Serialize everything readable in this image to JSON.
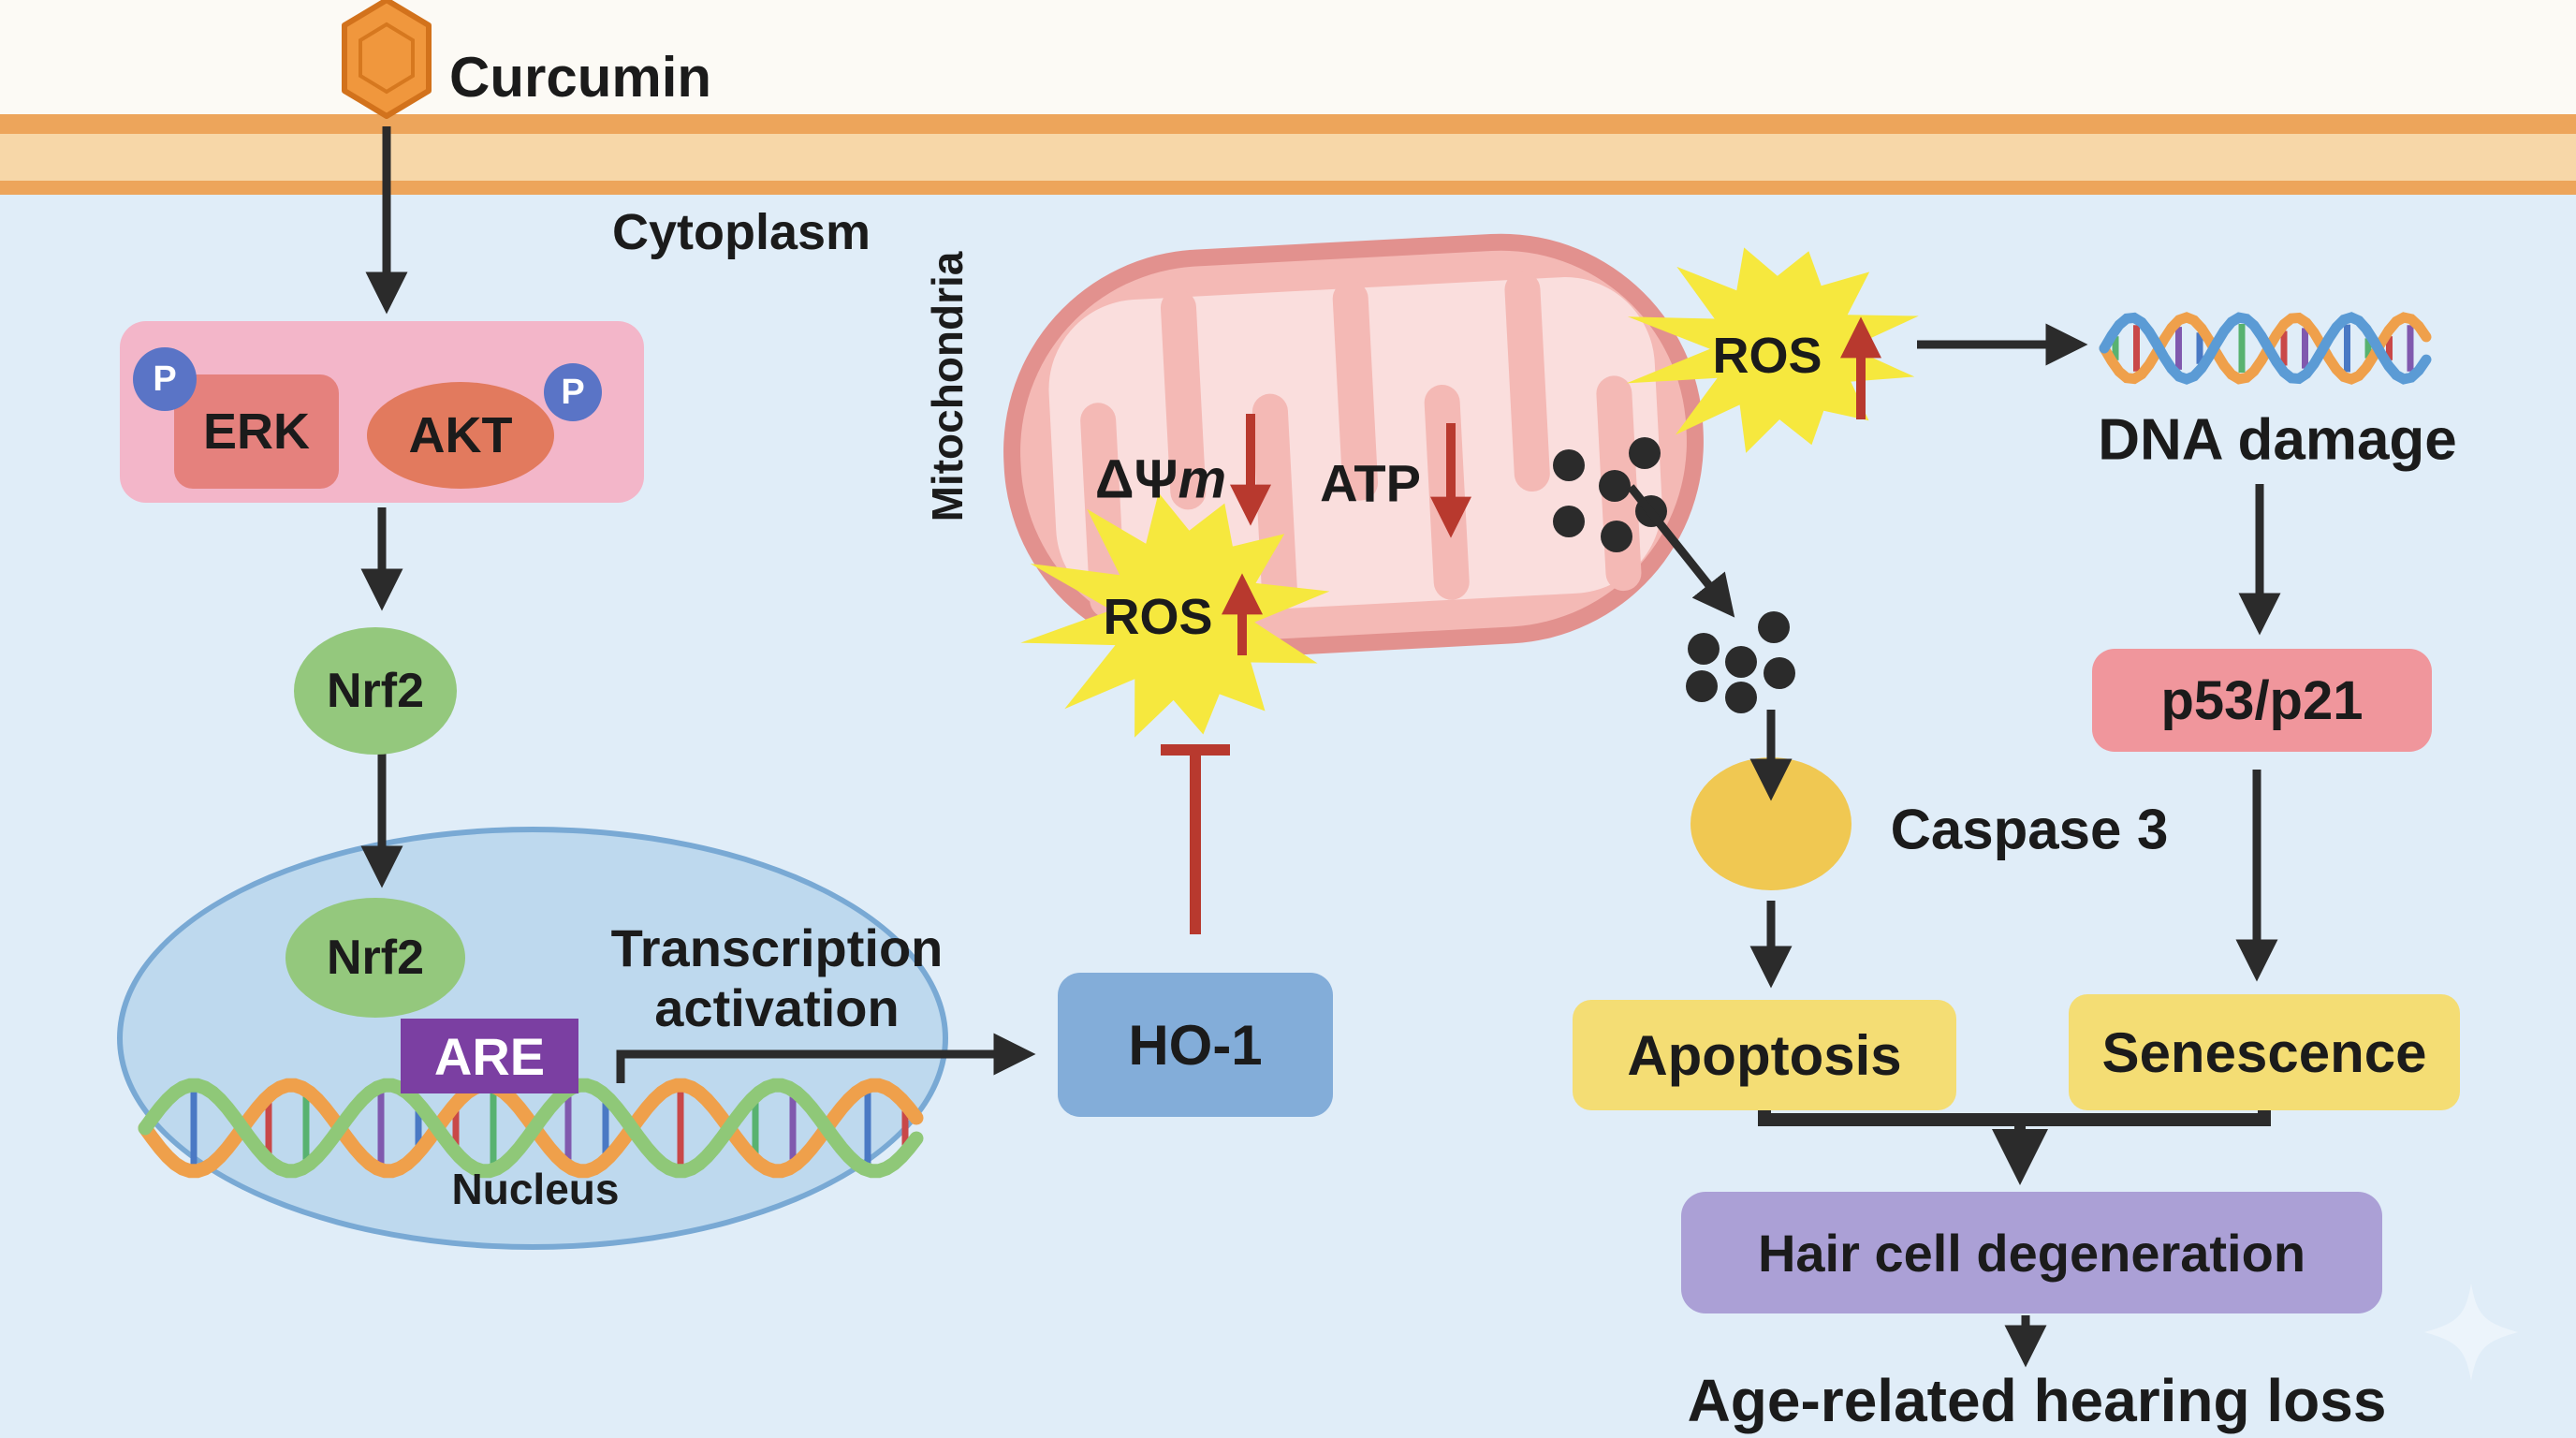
{
  "labels": {
    "curcumin": "Curcumin",
    "cytoplasm": "Cytoplasm",
    "mitochondria": "Mitochondria",
    "nucleus": "Nucleus",
    "transcription_line1": "Transcription",
    "transcription_line2": "activation",
    "dna_damage": "DNA damage",
    "caspase3": "Caspase 3",
    "age_related_hearing_loss": "Age-related hearing loss"
  },
  "nodes": {
    "erk": "ERK",
    "akt": "AKT",
    "phospho": "P",
    "nrf2_cytoplasm": "Nrf2",
    "nrf2_nucleus": "Nrf2",
    "are": "ARE",
    "ho1": "HO-1",
    "ros_mitochondrial": "ROS",
    "ros_cytosolic": "ROS",
    "delta_psi": "ΔΨ",
    "delta_psi_m_suffix": "m",
    "atp": "ATP",
    "p53_p21": "p53/p21",
    "apoptosis": "Apoptosis",
    "senescence": "Senescence",
    "hair_cell_degeneration": "Hair cell degeneration"
  },
  "icons": {
    "curcumin": "hexagon-molecule-icon",
    "ros": "starburst-icon",
    "dna": "double-helix-icon",
    "cytochrome_c": "released-protein-dots-icon",
    "sparkle": "four-point-sparkle-icon"
  },
  "colors": {
    "membrane_orange": "#eda55b",
    "membrane_inner": "#f7d7a8",
    "extracellular_bg": "#fcfaf5",
    "cytoplasm_bg": "#e0edf8",
    "complex_pink": "#f3b6c9",
    "erk_red": "#e5817d",
    "akt_orange": "#e27a5e",
    "phospho_blue": "#5a74c6",
    "nrf2_green": "#94c87d",
    "nucleus_fill": "#bed9ee",
    "nucleus_border": "#79a9d4",
    "are_purple": "#7b3fa2",
    "ho1_blue": "#83add9",
    "ros_yellow": "#f6e83e",
    "mito_fill": "#f4b9b5",
    "mito_border": "#e2918e",
    "caspase_yellow": "#f0c852",
    "outcome_yellow": "#f4dd74",
    "p53_pink": "#f0969c",
    "degeneration_purple": "#aba0d6",
    "arrow_black": "#2b2b2b",
    "arrow_red": "#b8392e"
  }
}
